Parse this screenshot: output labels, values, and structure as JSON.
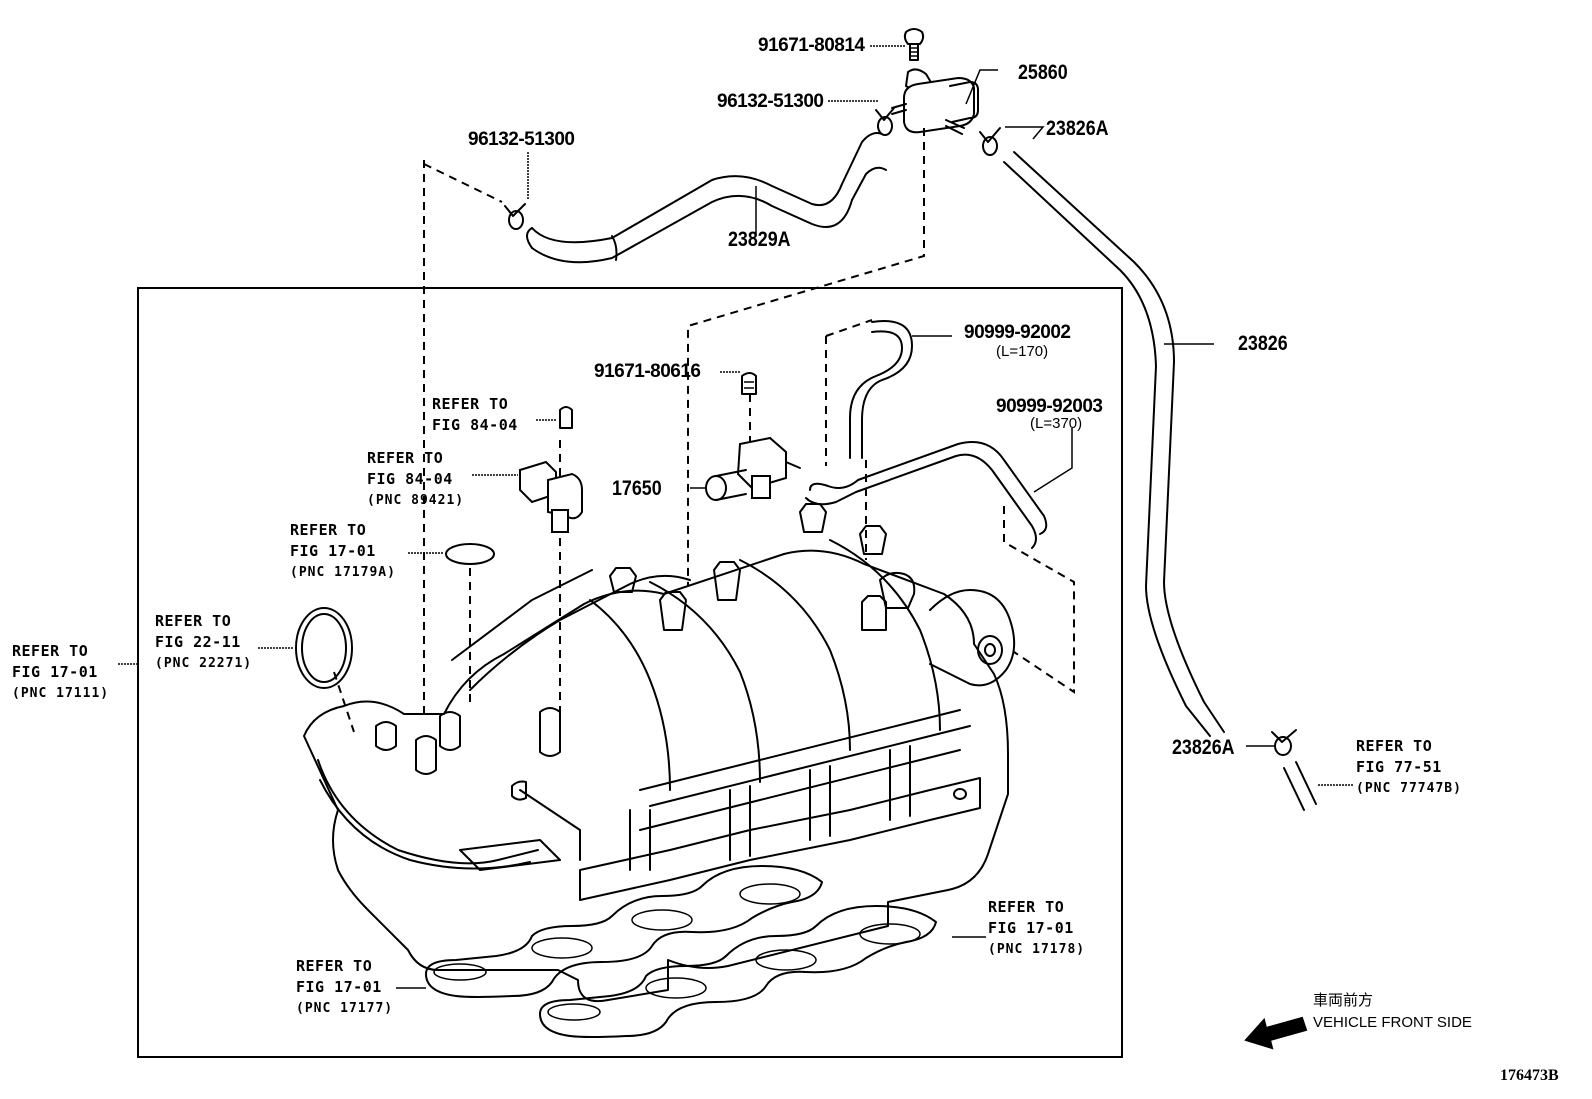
{
  "figure": {
    "id": "176473B",
    "direction_note_jp": "車両前方",
    "direction_note_en": "VEHICLE FRONT SIDE",
    "direction_icon": "arrow-left-down-icon"
  },
  "parts": [
    {
      "key": "bolt_top",
      "part_no": "91671-80814"
    },
    {
      "key": "vsv_top",
      "part_no": "25860"
    },
    {
      "key": "clamp_vsv_left",
      "part_no": "96132-51300"
    },
    {
      "key": "clamp_vsv_right",
      "part_no": "23826A"
    },
    {
      "key": "clamp_hose_left",
      "part_no": "96132-51300"
    },
    {
      "key": "hose_upper",
      "part_no": "23829A"
    },
    {
      "key": "hose_long",
      "part_no": "23826"
    },
    {
      "key": "hose_170",
      "part_no": "90999-92002",
      "length": "(L=170)"
    },
    {
      "key": "hose_370",
      "part_no": "90999-92003",
      "length": "(L=370)"
    },
    {
      "key": "bolt_mid",
      "part_no": "91671-80616"
    },
    {
      "key": "vsv_mid",
      "part_no": "17650"
    },
    {
      "key": "clamp_bottom",
      "part_no": "23826A"
    }
  ],
  "references": [
    {
      "key": "sensor_bolt",
      "line1": "REFER TO",
      "line2": "FIG 84-04",
      "pnc": ""
    },
    {
      "key": "sensor",
      "line1": "REFER TO",
      "line2": "FIG 84-04",
      "pnc": "(PNC 89421)"
    },
    {
      "key": "oring",
      "line1": "REFER TO",
      "line2": "FIG 17-01",
      "pnc": "(PNC 17179A)"
    },
    {
      "key": "throttle_gasket",
      "line1": "REFER TO",
      "line2": "FIG 22-11",
      "pnc": "(PNC 22271)"
    },
    {
      "key": "manifold",
      "line1": "REFER TO",
      "line2": "FIG 17-01",
      "pnc": "(PNC 17111)"
    },
    {
      "key": "pipe",
      "line1": "REFER TO",
      "line2": "FIG 77-51",
      "pnc": "(PNC 77747B)"
    },
    {
      "key": "gasket_right",
      "line1": "REFER TO",
      "line2": "FIG 17-01",
      "pnc": "(PNC 17178)"
    },
    {
      "key": "gasket_left",
      "line1": "REFER TO",
      "line2": "FIG 17-01",
      "pnc": "(PNC 17177)"
    }
  ]
}
